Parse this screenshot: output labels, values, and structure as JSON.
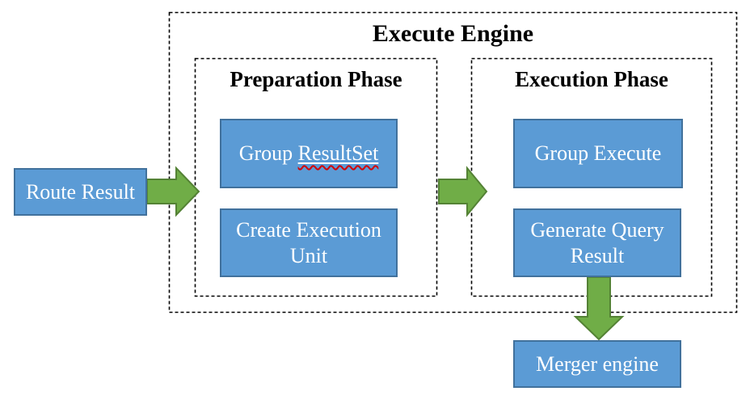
{
  "diagram": {
    "title": "Execute Engine",
    "preparation_phase": {
      "title": "Preparation Phase",
      "group_resultset_prefix": "Group ",
      "group_resultset_word": "ResultSet",
      "create_execution_unit": "Create Execution Unit"
    },
    "execution_phase": {
      "title": "Execution Phase",
      "group_execute": "Group Execute",
      "generate_query_result": "Generate Query Result"
    },
    "route_result": "Route Result",
    "merger_engine": "Merger engine",
    "colors": {
      "node_fill": "#5B9BD5",
      "node_border": "#41719C",
      "arrow_fill": "#70AD47",
      "arrow_border": "#548235",
      "dashed_border": "#000000",
      "spellcheck_squiggle": "#d40000"
    }
  }
}
